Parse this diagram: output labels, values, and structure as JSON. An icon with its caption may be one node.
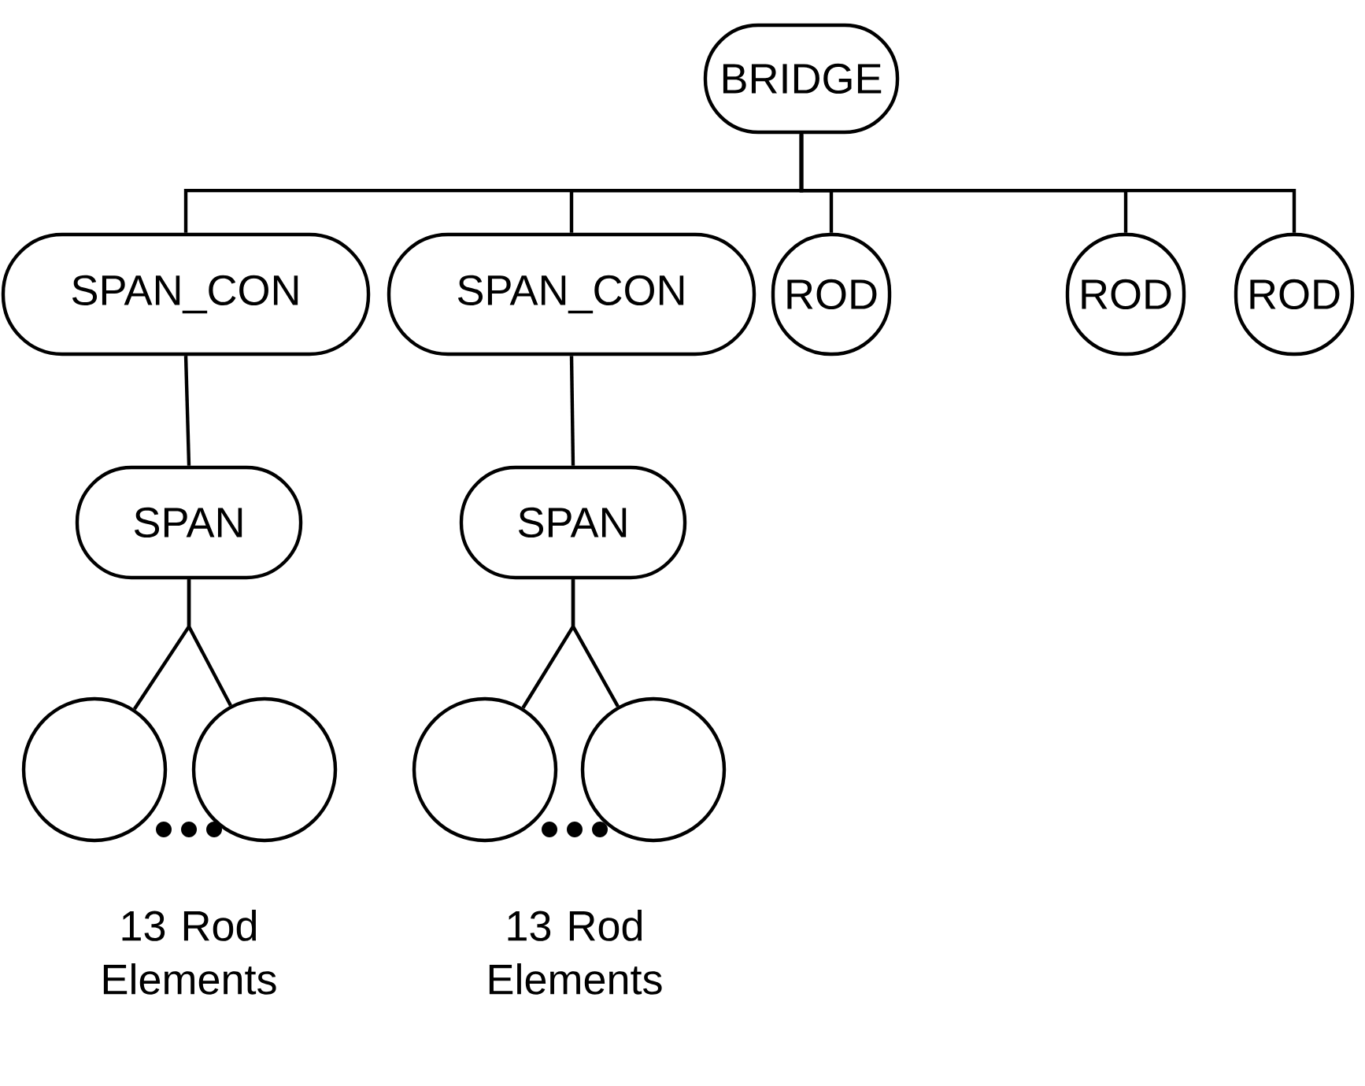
{
  "diagram": {
    "nodes": [
      {
        "text": [
          "BRIDGE"
        ]
      },
      {
        "text": [
          "SPAN_CON"
        ]
      },
      {
        "text": [
          "SPAN_CON"
        ]
      },
      {
        "text": [
          "ROD"
        ]
      },
      {
        "text": [
          "ROD"
        ]
      },
      {
        "text": [
          "ROD"
        ]
      },
      {
        "text": [
          "SPAN"
        ]
      },
      {
        "text": [
          "SPAN"
        ]
      },
      {
        "text": [],
        "shape": "circle"
      },
      {
        "text": [],
        "shape": "circle"
      },
      {
        "text": [],
        "shape": "circle"
      },
      {
        "text": [],
        "shape": "circle"
      }
    ],
    "edges": [
      {
        "from": 0,
        "to": 1,
        "arrow": "none"
      },
      {
        "from": 0,
        "to": 2,
        "arrow": "none"
      },
      {
        "from": 0,
        "to": 3,
        "arrow": "none"
      },
      {
        "from": 0,
        "to": 4,
        "arrow": "none"
      },
      {
        "from": 0,
        "to": 5,
        "arrow": "none"
      },
      {
        "from": 1,
        "to": 6,
        "arrow": "none"
      },
      {
        "from": 2,
        "to": 7,
        "arrow": "none"
      },
      {
        "from": 6,
        "to": 8,
        "arrow": "none"
      },
      {
        "from": 6,
        "to": 9,
        "arrow": "none"
      },
      {
        "from": 7,
        "to": 10,
        "arrow": "none"
      },
      {
        "from": 7,
        "to": 11,
        "arrow": "none"
      }
    ],
    "labels": [
      "13 Rod Elements",
      "13 Rod Elements"
    ]
  }
}
